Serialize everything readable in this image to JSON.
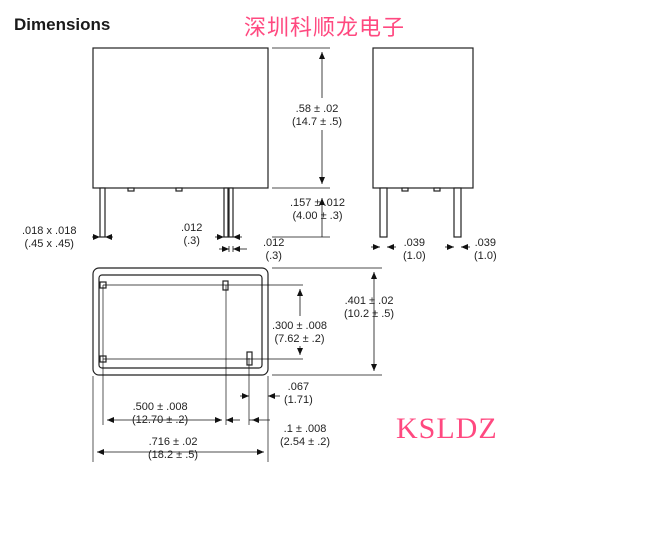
{
  "header": {
    "title": "Dimensions",
    "watermark_cn": "深圳科顺龙电子",
    "watermark_en": "KSLDZ"
  },
  "dimensions": {
    "height": {
      "in": ".58 ± .02",
      "mm": "(14.7 ± .5)"
    },
    "pin_length": {
      "in": ".157 ± .012",
      "mm": "(4.00 ± .3)"
    },
    "pin_square": {
      "in": ".018 x .018",
      "mm": "(.45 x .45)"
    },
    "pin_width_a": {
      "in": ".012",
      "mm": "(.3)"
    },
    "pin_width_b": {
      "in": ".012",
      "mm": "(.3)"
    },
    "side_pin_a": {
      "in": ".039",
      "mm": "(1.0)"
    },
    "side_pin_b": {
      "in": ".039",
      "mm": "(1.0)"
    },
    "depth": {
      "in": ".401 ± .02",
      "mm": "(10.2 ± .5)"
    },
    "row_spacing": {
      "in": ".300 ± .008",
      "mm": "(7.62 ± .2)"
    },
    "edge_offset": {
      "in": ".067",
      "mm": "(1.71)"
    },
    "pin_pitch": {
      "in": ".500 ± .008",
      "mm": "(12.70 ± .2)"
    },
    "pin_gap": {
      "in": ".1 ± .008",
      "mm": "(2.54 ± .2)"
    },
    "overall_length": {
      "in": ".716 ± .02",
      "mm": "(18.2 ± .5)"
    }
  }
}
